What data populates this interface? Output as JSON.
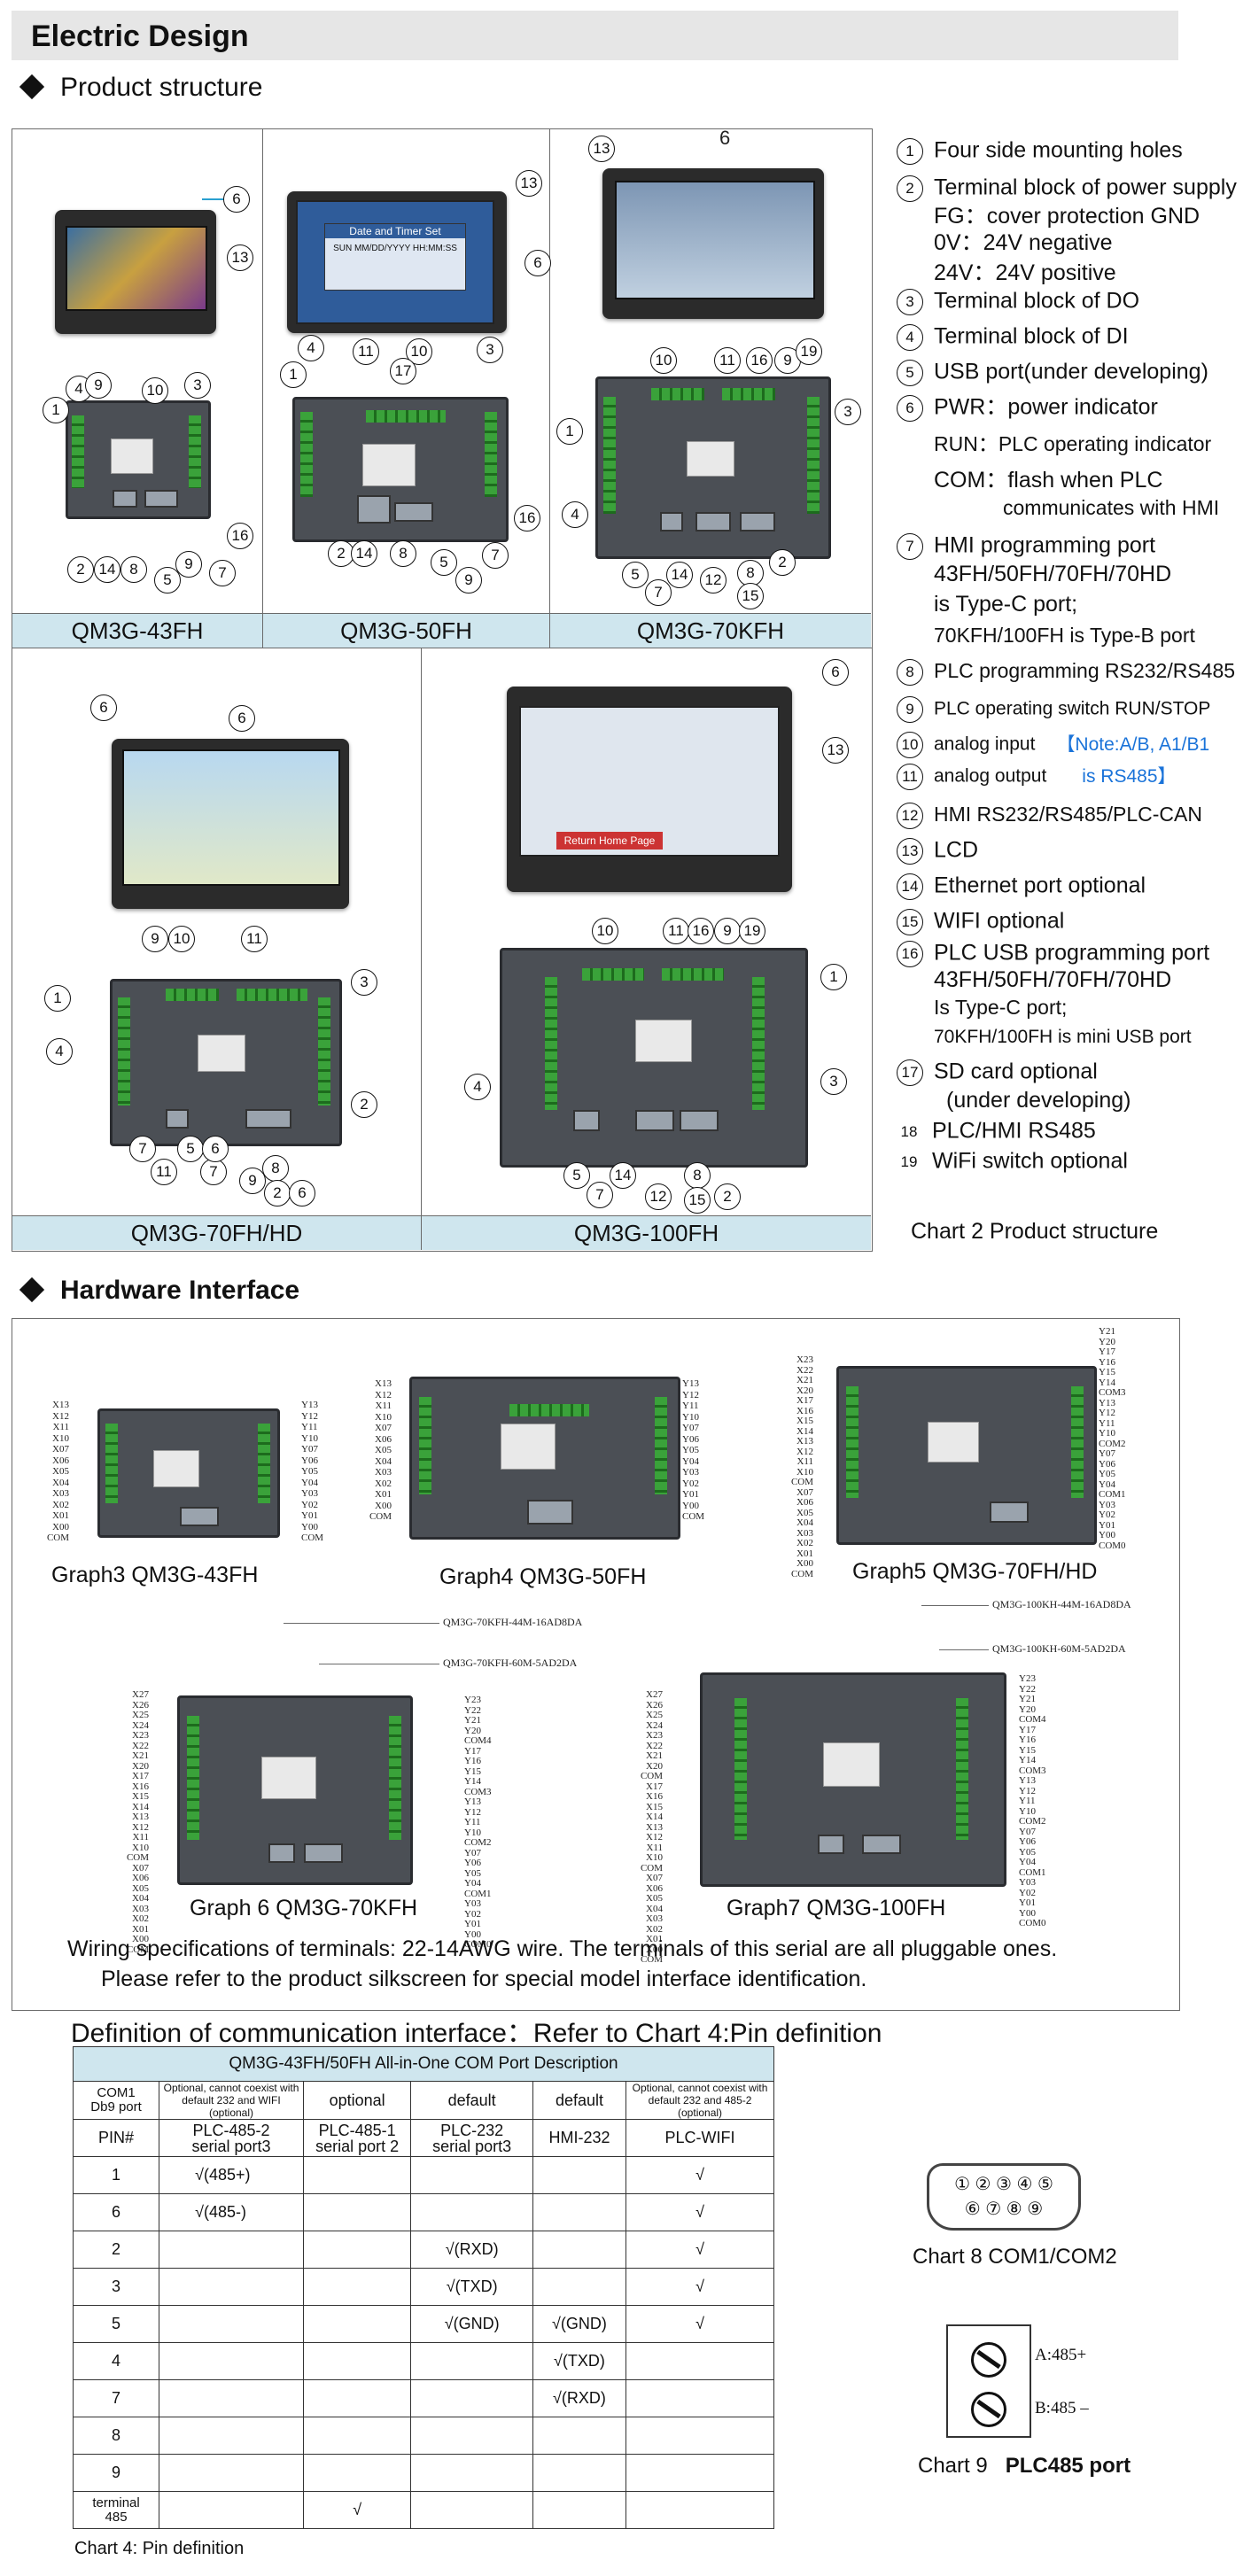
{
  "page_title": "Electric Design",
  "product_structure": {
    "heading": "Product structure",
    "models": {
      "m43": "QM3G-43FH",
      "m50": "QM3G-50FH",
      "m70k": "QM3G-70KFH",
      "m70": "QM3G-70FH/HD",
      "m100": "QM3G-100FH"
    },
    "legend": [
      {
        "n": "1",
        "text": "Four side mounting holes"
      },
      {
        "n": "2",
        "text": "Terminal block of power supply",
        "sub": [
          "FG：cover protection GND",
          "0V：24V negative",
          "24V：24V positive"
        ]
      },
      {
        "n": "3",
        "text": "Terminal block of DO"
      },
      {
        "n": "4",
        "text": "Terminal block of DI"
      },
      {
        "n": "5",
        "text": "USB port(under developing)"
      },
      {
        "n": "6",
        "text": "PWR：power indicator",
        "sub": [
          "RUN：PLC operating indicator",
          "COM：flash when PLC",
          "communicates with HMI"
        ]
      },
      {
        "n": "7",
        "text": "HMI programming port",
        "sub": [
          "43FH/50FH/70FH/70HD",
          "is Type-C port;",
          "70KFH/100FH is Type-B port"
        ]
      },
      {
        "n": "8",
        "text": "PLC programming RS232/RS485"
      },
      {
        "n": "9",
        "text": "PLC operating switch RUN/STOP"
      },
      {
        "n": "10",
        "text": "analog input"
      },
      {
        "n": "11",
        "text": "analog output"
      },
      {
        "n": "12",
        "text": "HMI RS232/RS485/PLC-CAN"
      },
      {
        "n": "13",
        "text": "LCD"
      },
      {
        "n": "14",
        "text": "Ethernet port optional"
      },
      {
        "n": "15",
        "text": "WIFI optional"
      },
      {
        "n": "16",
        "text": "PLC USB programming port",
        "sub": [
          "43FH/50FH/70FH/70HD",
          "Is Type-C port;",
          "70KFH/100FH is mini USB port"
        ]
      },
      {
        "n": "17",
        "text": "SD card optional",
        "sub": [
          "(under developing)"
        ]
      },
      {
        "n": "18",
        "text": "PLC/HMI RS485"
      },
      {
        "n": "19",
        "text": "WiFi switch optional"
      }
    ],
    "analog_note_1": "【Note:A/B, A1/B1",
    "analog_note_2": "is RS485】",
    "chart_caption": "Chart 2  Product structure",
    "screen_texts": {
      "date_title": "Date and Timer Set",
      "date_value": "SUN MM/DD/YYYY  HH:MM:SS",
      "return_home": "Return Home Page"
    }
  },
  "hardware_interface": {
    "heading": "Hardware Interface",
    "graphs": {
      "g3": "Graph3  QM3G-43FH",
      "g4": "Graph4  QM3G-50FH",
      "g5": "Graph5  QM3G-70FH/HD",
      "g6": "Graph 6  QM3G-70KFH",
      "g7": "Graph7  QM3G-100FH"
    },
    "variant_labels": {
      "k44": "QM3G-70KFH-44M-16AD8DA",
      "k60": "QM3G-70KFH-60M-5AD2DA",
      "h44": "QM3G-100KH-44M-16AD8DA",
      "h60": "QM3G-100KH-60M-5AD2DA"
    },
    "wiring_note_1": "Wiring specifications of terminals: 22-14AWG wire. The terminals of this serial are all pluggable ones.",
    "wiring_note_2": "Please refer to the product silkscreen for special model interface identification."
  },
  "comm": {
    "heading": "Definition of communication interface：Refer to Chart 4:Pin definition",
    "table_title": "QM3G-43FH/50FH All-in-One COM Port Description",
    "col_head": {
      "c0a": "COM1",
      "c0b": "Db9 port",
      "c1": "Optional, cannot coexist with default 232 and WIFI (optional)",
      "c2": "optional",
      "c3": "default",
      "c4": "default",
      "c5": "Optional, cannot coexist with default 232 and 485-2 (optional)"
    },
    "port_head": {
      "p0": "PIN#",
      "p1a": "PLC-485-2",
      "p1b": "serial port3",
      "p2a": "PLC-485-1",
      "p2b": "serial port 2",
      "p3a": "PLC-232",
      "p3b": "serial port3",
      "p4": "HMI-232",
      "p5": "PLC-WIFI"
    },
    "rows": [
      {
        "pin": "1",
        "c1": "√(485+)",
        "c2": "",
        "c3": "",
        "c4": "",
        "c5": "√"
      },
      {
        "pin": "6",
        "c1": "√(485-)",
        "c2": "",
        "c3": "",
        "c4": "",
        "c5": "√"
      },
      {
        "pin": "2",
        "c1": "",
        "c2": "",
        "c3": "√(RXD)",
        "c4": "",
        "c5": "√"
      },
      {
        "pin": "3",
        "c1": "",
        "c2": "",
        "c3": "√(TXD)",
        "c4": "",
        "c5": "√"
      },
      {
        "pin": "5",
        "c1": "",
        "c2": "",
        "c3": "√(GND)",
        "c4": "√(GND)",
        "c5": "√"
      },
      {
        "pin": "4",
        "c1": "",
        "c2": "",
        "c3": "",
        "c4": "√(TXD)",
        "c5": ""
      },
      {
        "pin": "7",
        "c1": "",
        "c2": "",
        "c3": "",
        "c4": "√(RXD)",
        "c5": ""
      },
      {
        "pin": "8",
        "c1": "",
        "c2": "",
        "c3": "",
        "c4": "",
        "c5": ""
      },
      {
        "pin": "9",
        "c1": "",
        "c2": "",
        "c3": "",
        "c4": "",
        "c5": ""
      }
    ],
    "last_row": {
      "pin_a": "terminal",
      "pin_b": "485",
      "c2": "√"
    },
    "table_caption": "Chart 4: Pin definition",
    "db9_top": "① ② ③ ④ ⑤",
    "db9_bottom": "⑥ ⑦ ⑧ ⑨",
    "chart8": "Chart 8    COM1/COM2",
    "plc485_a": "A:485+",
    "plc485_b": "B:485 –",
    "chart9_prefix": "Chart 9",
    "chart9_bold": "PLC485 port"
  }
}
